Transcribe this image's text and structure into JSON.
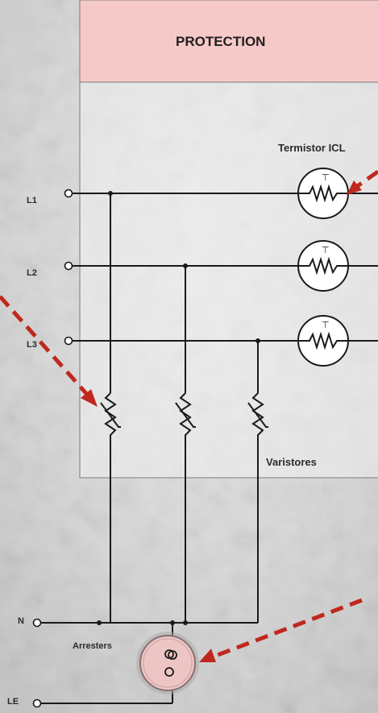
{
  "header": {
    "title": "PROTECTION"
  },
  "labels": {
    "thermistor": "Termistor ICL",
    "varistors": "Varistores",
    "arresters": "Arresters"
  },
  "terminals": {
    "l1": "L1",
    "l2": "L2",
    "l3": "L3",
    "n": "N",
    "le": "LE"
  },
  "colors": {
    "header_fill": "#f6c9c9",
    "arrow": "#c0281e",
    "arrester_fill": "#eec5c5",
    "wire": "#1a1a1a"
  }
}
